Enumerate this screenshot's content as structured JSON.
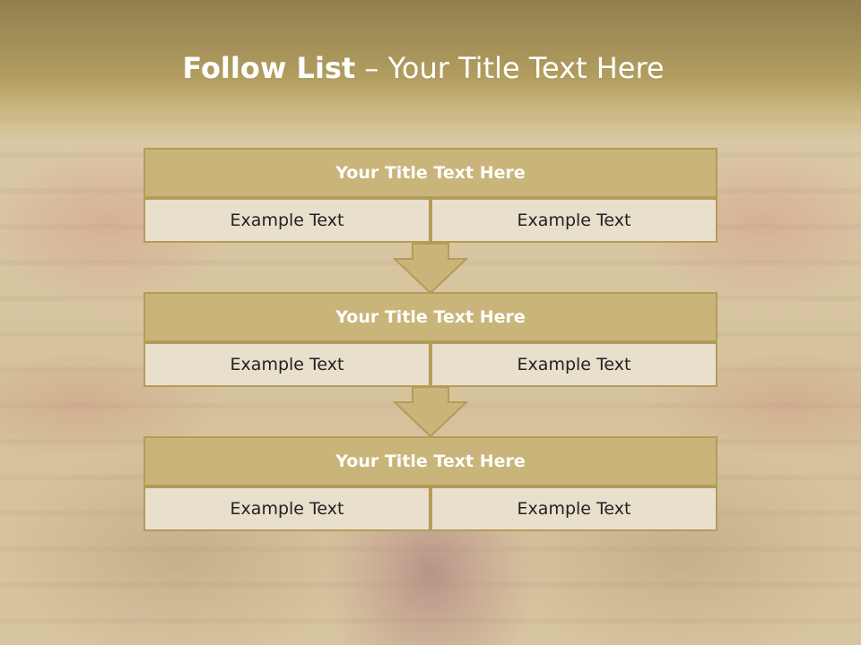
{
  "title": {
    "bold": "Follow List",
    "rest": " – Your Title Text Here"
  },
  "blocks": [
    {
      "heading": "Your Title Text Here",
      "left": "Example Text",
      "right": "Example Text"
    },
    {
      "heading": "Your Title Text Here",
      "left": "Example Text",
      "right": "Example Text"
    },
    {
      "heading": "Your Title Text Here",
      "left": "Example Text",
      "right": "Example Text"
    }
  ],
  "colors": {
    "header_fill": "#c9b57a",
    "border": "#b49c58",
    "cell_fill": "#e8dfcc",
    "title_band": "#b29e60"
  },
  "icons": {
    "connector": "down-arrow-icon"
  }
}
